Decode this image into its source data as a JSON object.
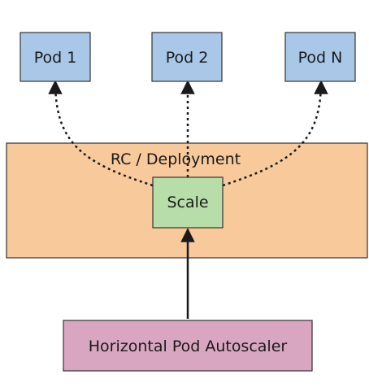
{
  "diagram": {
    "pods": [
      {
        "label": "Pod 1"
      },
      {
        "label": "Pod 2"
      },
      {
        "label": "Pod N"
      }
    ],
    "rc_label": "RC / Deployment",
    "scale_label": "Scale",
    "hpa_label": "Horizontal Pod Autoscaler",
    "colors": {
      "pod_fill": "#a9c8e8",
      "rc_fill": "#f7c99b",
      "scale_fill": "#b7dda9",
      "hpa_fill": "#d9a6c1",
      "border": "#333333",
      "arrow": "#1a1a1a"
    }
  }
}
